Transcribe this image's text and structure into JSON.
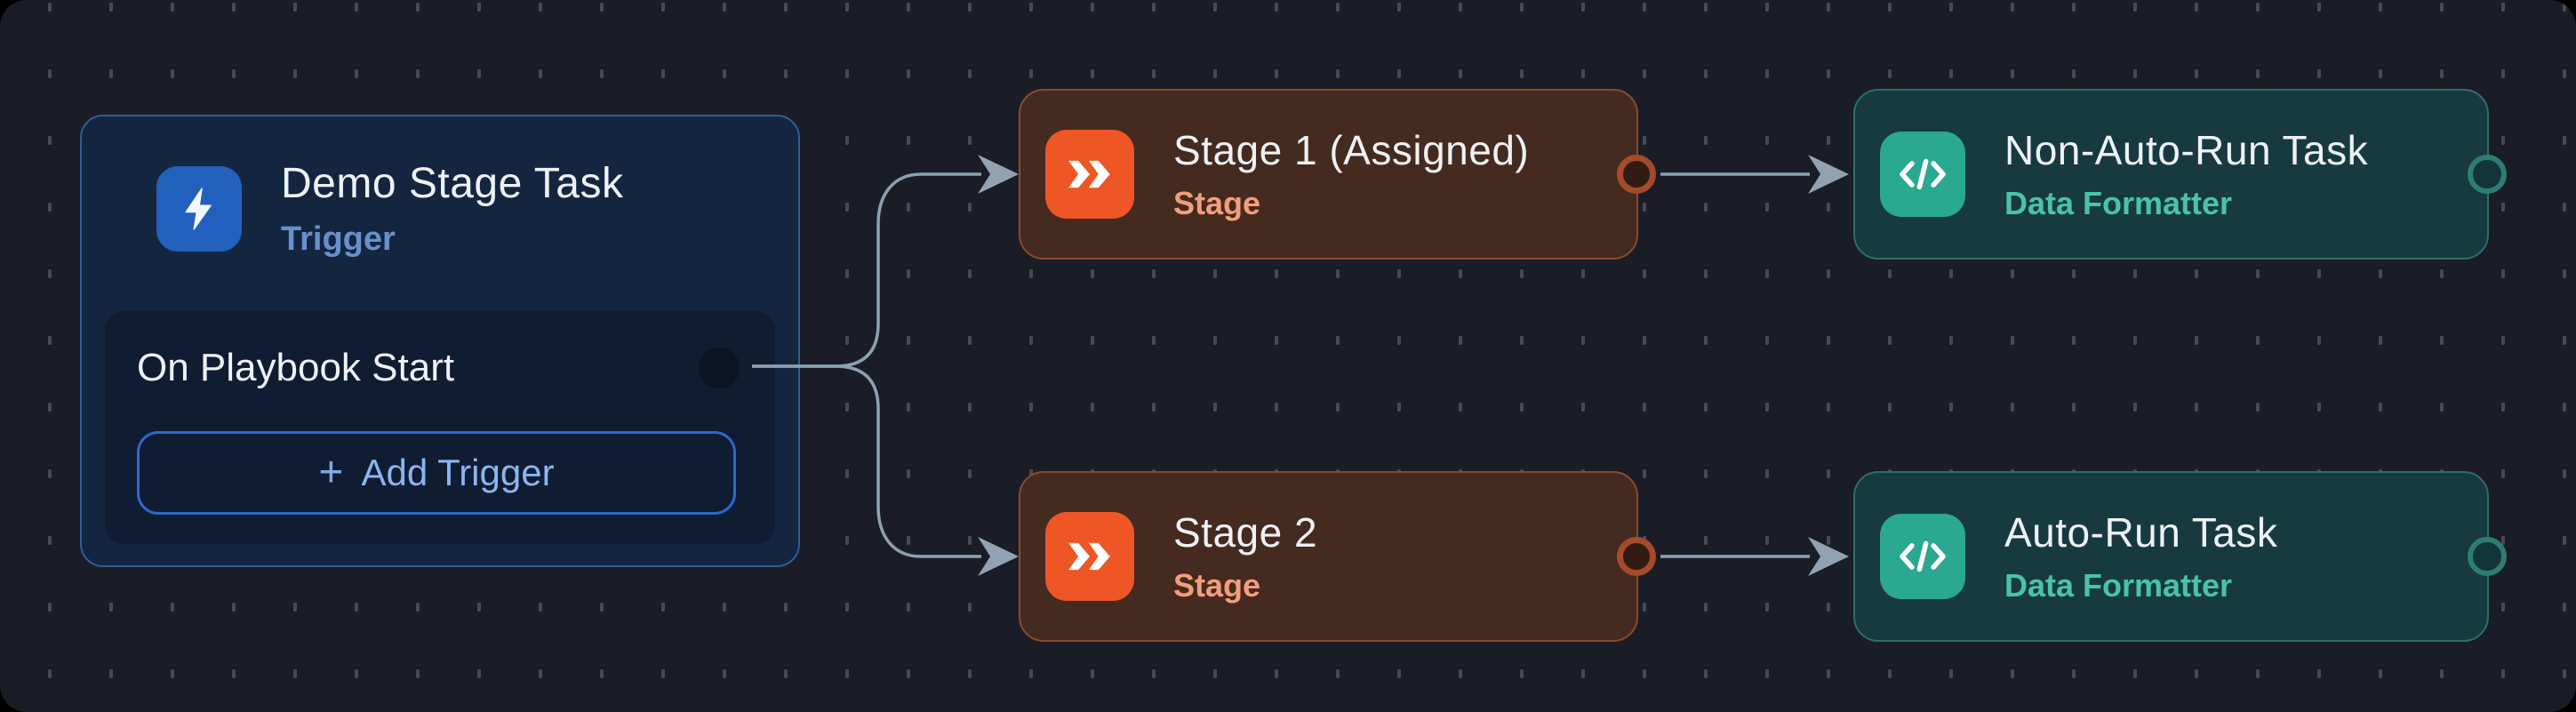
{
  "canvas": {
    "background_color": "#1a1d26",
    "dot_color": "#474b53",
    "edge_color": "#8ea0b0"
  },
  "trigger_node": {
    "title": "Demo Stage Task",
    "type_label": "Trigger",
    "icon": "lightning-bolt-icon",
    "icon_color": "#2161bd",
    "accent_text_color": "#6691ce",
    "rows": [
      {
        "label": "On Playbook Start"
      }
    ],
    "add_button": {
      "plus": "+",
      "label": "Add Trigger",
      "border_color": "#2f67cb",
      "text_color": "#8cb4f0"
    }
  },
  "stage_nodes": [
    {
      "title": "Stage 1 (Assigned)",
      "type_label": "Stage",
      "icon": "double-chevron-icon",
      "icon_color": "#ee5625",
      "accent_text_color": "#f59d7b"
    },
    {
      "title": "Stage 2",
      "type_label": "Stage",
      "icon": "double-chevron-icon",
      "icon_color": "#ee5625",
      "accent_text_color": "#f59d7b"
    }
  ],
  "task_nodes": [
    {
      "title": "Non-Auto-Run Task",
      "type_label": "Data Formatter",
      "icon": "code-icon",
      "icon_color": "#2aa892",
      "accent_text_color": "#49c3aa"
    },
    {
      "title": "Auto-Run Task",
      "type_label": "Data Formatter",
      "icon": "code-icon",
      "icon_color": "#2aa892",
      "accent_text_color": "#49c3aa"
    }
  ],
  "connections": [
    {
      "from": "trigger:On Playbook Start",
      "to": "Stage 1 (Assigned)"
    },
    {
      "from": "trigger:On Playbook Start",
      "to": "Stage 2"
    },
    {
      "from": "Stage 1 (Assigned)",
      "to": "Non-Auto-Run Task"
    },
    {
      "from": "Stage 2",
      "to": "Auto-Run Task"
    }
  ]
}
